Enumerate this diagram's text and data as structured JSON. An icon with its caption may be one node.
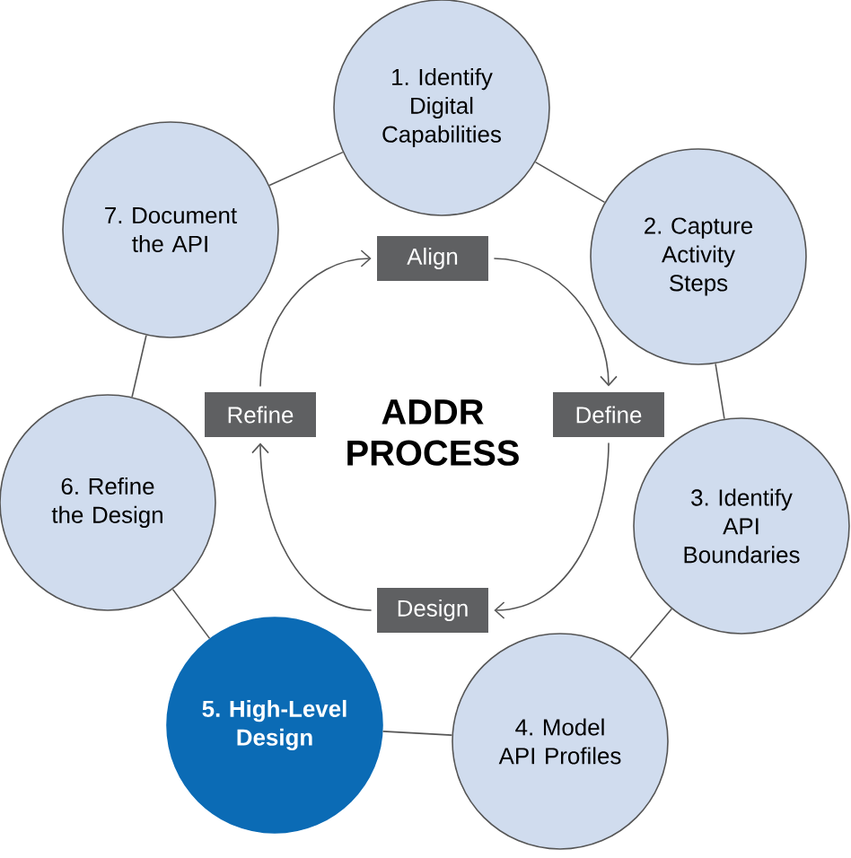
{
  "diagram": {
    "nodes": [
      {
        "text": [
          "1. Identify Digital Capabilities"
        ]
      },
      {
        "text": [
          "2. Capture Activity Steps"
        ]
      },
      {
        "text": [
          "3. Identify API Boundaries"
        ]
      },
      {
        "text": [
          "4. Model API Profiles"
        ]
      },
      {
        "text": [
          "5. High-Level Design"
        ]
      },
      {
        "text": [
          "6. Refine the Design"
        ]
      },
      {
        "text": [
          "7. Document the API"
        ]
      },
      {
        "text": [
          "Align"
        ]
      },
      {
        "text": [
          "Define"
        ]
      },
      {
        "text": [
          "Design"
        ]
      },
      {
        "text": [
          "Refine"
        ]
      }
    ],
    "edges": [
      {
        "from": 0,
        "to": 1,
        "arrow": "none"
      },
      {
        "from": 1,
        "to": 2,
        "arrow": "none"
      },
      {
        "from": 2,
        "to": 3,
        "arrow": "none"
      },
      {
        "from": 3,
        "to": 4,
        "arrow": "none"
      },
      {
        "from": 4,
        "to": 5,
        "arrow": "none"
      },
      {
        "from": 5,
        "to": 6,
        "arrow": "none"
      },
      {
        "from": 6,
        "to": 0,
        "arrow": "none"
      },
      {
        "from": 7,
        "to": 8,
        "arrow": "to"
      },
      {
        "from": 8,
        "to": 9,
        "arrow": "to"
      },
      {
        "from": 9,
        "to": 10,
        "arrow": "to"
      },
      {
        "from": 10,
        "to": 7,
        "arrow": "to"
      }
    ],
    "labels": [
      "ADDR PROCESS"
    ]
  }
}
